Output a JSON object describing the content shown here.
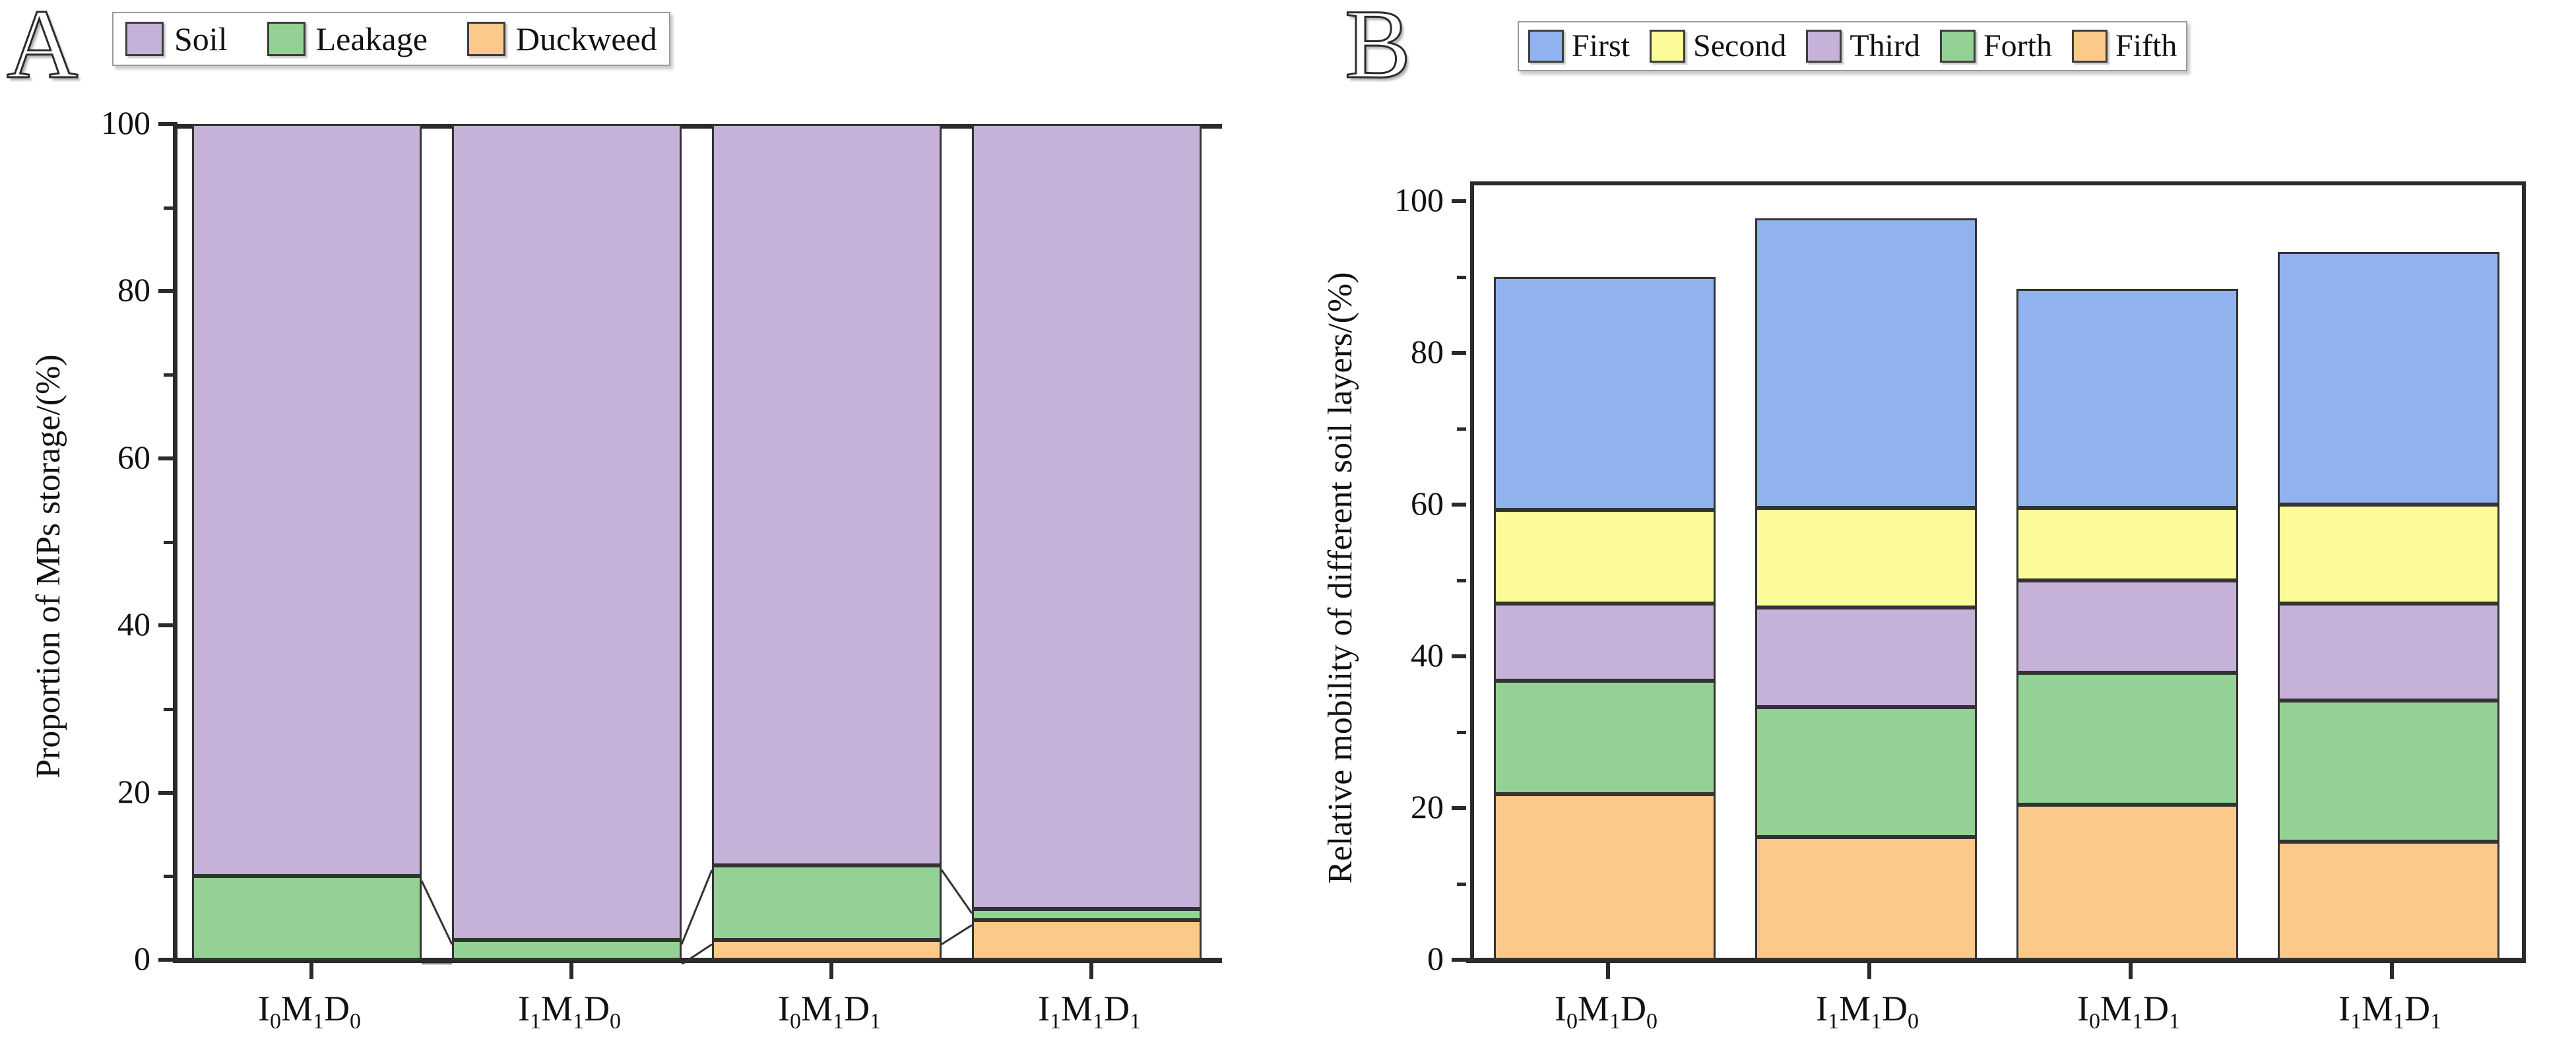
{
  "figure": {
    "panels": [
      {
        "letter": "A",
        "legend": [
          {
            "label": "Soil",
            "color": "#c6b2d8"
          },
          {
            "label": "Leakage",
            "color": "#93d294"
          },
          {
            "label": "Duckweed",
            "color": "#fbc98a"
          }
        ]
      },
      {
        "letter": "B",
        "legend": [
          {
            "label": "First",
            "color": "#90b2ef"
          },
          {
            "label": "Second",
            "color": "#fbfb9a"
          },
          {
            "label": "Third",
            "color": "#c6b2d8"
          },
          {
            "label": "Forth",
            "color": "#93d294"
          },
          {
            "label": "Fifth",
            "color": "#fbc98a"
          }
        ]
      }
    ]
  },
  "chart_data": [
    {
      "type": "bar",
      "subtype": "stacked-100-percent",
      "panel": "A",
      "title": "",
      "xlabel": "",
      "ylabel": "Proportion of MPs storage/(%)",
      "ylim": [
        0,
        100
      ],
      "yticks": [
        0,
        20,
        40,
        60,
        80,
        100
      ],
      "ytick_labels": [
        "0",
        "20",
        "40",
        "60",
        "80",
        "100"
      ],
      "minor_ticks": true,
      "grid": false,
      "legend_position": "top",
      "categories": [
        "I0M1D0",
        "I1M1D0",
        "I0M1D1",
        "I1M1D1"
      ],
      "category_labels_html": [
        "I₀M₁D₀",
        "I₁M₁D₀",
        "I₀M₁D₁",
        "I₁M₁D₁"
      ],
      "stack_order_bottom_to_top": [
        "Duckweed",
        "Leakage",
        "Soil"
      ],
      "series": [
        {
          "name": "Duckweed",
          "color": "#fbc98a",
          "values": [
            0.0,
            0.0,
            2.4,
            4.7
          ]
        },
        {
          "name": "Leakage",
          "color": "#93d294",
          "values": [
            10.0,
            2.4,
            8.9,
            1.4
          ]
        },
        {
          "name": "Soil",
          "color": "#c6b2d8",
          "values": [
            90.0,
            97.6,
            88.7,
            93.9
          ]
        }
      ],
      "cumulative_tops": {
        "Duckweed": [
          0.0,
          0.0,
          2.4,
          4.7
        ],
        "Leakage": [
          10.0,
          2.4,
          11.3,
          6.1
        ],
        "Soil": [
          100.0,
          100.0,
          100.0,
          100.0
        ]
      },
      "notes": "Segments of adjacent bars are joined by thin connector lines."
    },
    {
      "type": "bar",
      "subtype": "stacked",
      "panel": "B",
      "title": "",
      "xlabel": "",
      "ylabel": "Relative mobility of different soil layers/(%)",
      "ylim": [
        0,
        112
      ],
      "yticks": [
        0,
        20,
        40,
        60,
        80,
        100
      ],
      "ytick_labels": [
        "0",
        "20",
        "40",
        "60",
        "80",
        "100"
      ],
      "minor_ticks": true,
      "grid": false,
      "legend_position": "top",
      "categories": [
        "I0M1D0",
        "I1M1D0",
        "I0M1D1",
        "I1M1D1"
      ],
      "category_labels_html": [
        "I₀M₁D₀",
        "I₁M₁D₀",
        "I₀M₁D₁",
        "I₁M₁D₁"
      ],
      "stack_order_bottom_to_top": [
        "Fifth",
        "Forth",
        "Third",
        "Second",
        "First"
      ],
      "series": [
        {
          "name": "Fifth",
          "color": "#fbc98a",
          "values": [
            21.8,
            16.2,
            20.4,
            15.6
          ]
        },
        {
          "name": "Forth",
          "color": "#93d294",
          "values": [
            15.0,
            17.1,
            17.4,
            18.6
          ]
        },
        {
          "name": "Third",
          "color": "#c6b2d8",
          "values": [
            10.2,
            13.1,
            12.2,
            12.8
          ]
        },
        {
          "name": "Second",
          "color": "#fbfb9a",
          "values": [
            12.3,
            13.2,
            9.6,
            13.0
          ]
        },
        {
          "name": "First",
          "color": "#90b2ef",
          "values": [
            30.7,
            38.1,
            28.8,
            33.3
          ]
        }
      ],
      "cumulative_tops": {
        "Fifth": [
          21.8,
          16.2,
          20.4,
          15.6
        ],
        "Forth": [
          36.8,
          33.3,
          37.8,
          34.2
        ],
        "Third": [
          47.0,
          46.4,
          50.0,
          47.0
        ],
        "Second": [
          59.3,
          59.6,
          59.6,
          60.0
        ],
        "First": [
          90.0,
          97.7,
          88.4,
          93.3
        ]
      },
      "totals": [
        90.0,
        97.7,
        88.4,
        93.3
      ]
    }
  ]
}
